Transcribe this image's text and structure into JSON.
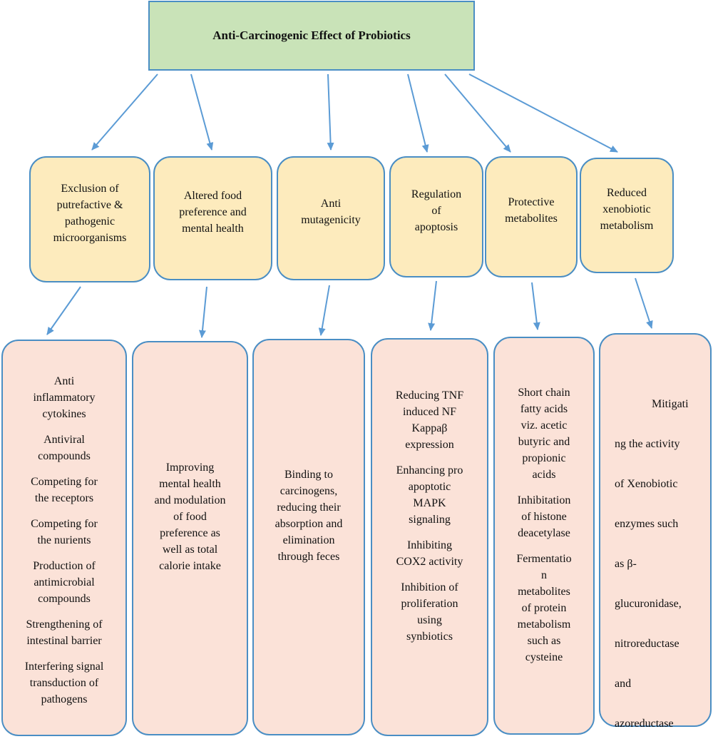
{
  "title": "Anti-Carcinogenic Effect of Probiotics",
  "mechanisms": [
    {
      "label": "Exclusion of\nputrefactive &\npathogenic\nmicroorganisms"
    },
    {
      "label": "Altered food\npreference and\nmental health"
    },
    {
      "label": "Anti\nmutagenicity"
    },
    {
      "label": "Regulation\nof\napoptosis"
    },
    {
      "label": "Protective\nmetabolites"
    },
    {
      "label": "Reduced\nxenobiotic\nmetabolism"
    }
  ],
  "details": [
    {
      "items": [
        "Anti\ninflammatory\ncytokines",
        "Antiviral\ncompounds",
        "Competing for\nthe receptors",
        "Competing for\nthe nurients",
        "Production of\nantimicrobial\ncompounds",
        "Strengthening of\nintestinal barrier",
        "Interfering signal\ntransduction of\npathogens"
      ]
    },
    {
      "items": [
        "Improving\nmental health\nand modulation\nof food\npreference as\nwell as total\ncalorie intake"
      ]
    },
    {
      "items": [
        "Binding to\ncarcinogens,\nreducing their\nabsorption and\nelimination\nthrough feces"
      ]
    },
    {
      "items": [
        "Reducing TNF\ninduced NF\nKappaβ\nexpression",
        "Enhancing pro\napoptotic\nMAPK\nsignaling",
        "Inhibiting\nCOX2 activity",
        "Inhibition of\nproliferation\nusing\nsynbiotics"
      ]
    },
    {
      "items": [
        "Short chain\nfatty acids\nviz. acetic\nbutyric and\npropionic\nacids",
        "Inhibitation\nof histone\ndeacetylase",
        "Fermentatio\nn\nmetabolites\nof protein\nmetabolism\nsuch as\ncysteine"
      ]
    },
    {
      "lines": [
        "Mitigati",
        "ng the activity",
        "of Xenobiotic",
        "enzymes such",
        "as β-",
        "glucuronidase,",
        "nitroreductase",
        "and",
        "azoreductase"
      ]
    }
  ],
  "colors": {
    "title_fill": "#c9e3b8",
    "mechanism_fill": "#fdebbd",
    "detail_fill": "#fbe2d8",
    "border": "#4a8ec4",
    "arrow": "#5b9bd5"
  }
}
